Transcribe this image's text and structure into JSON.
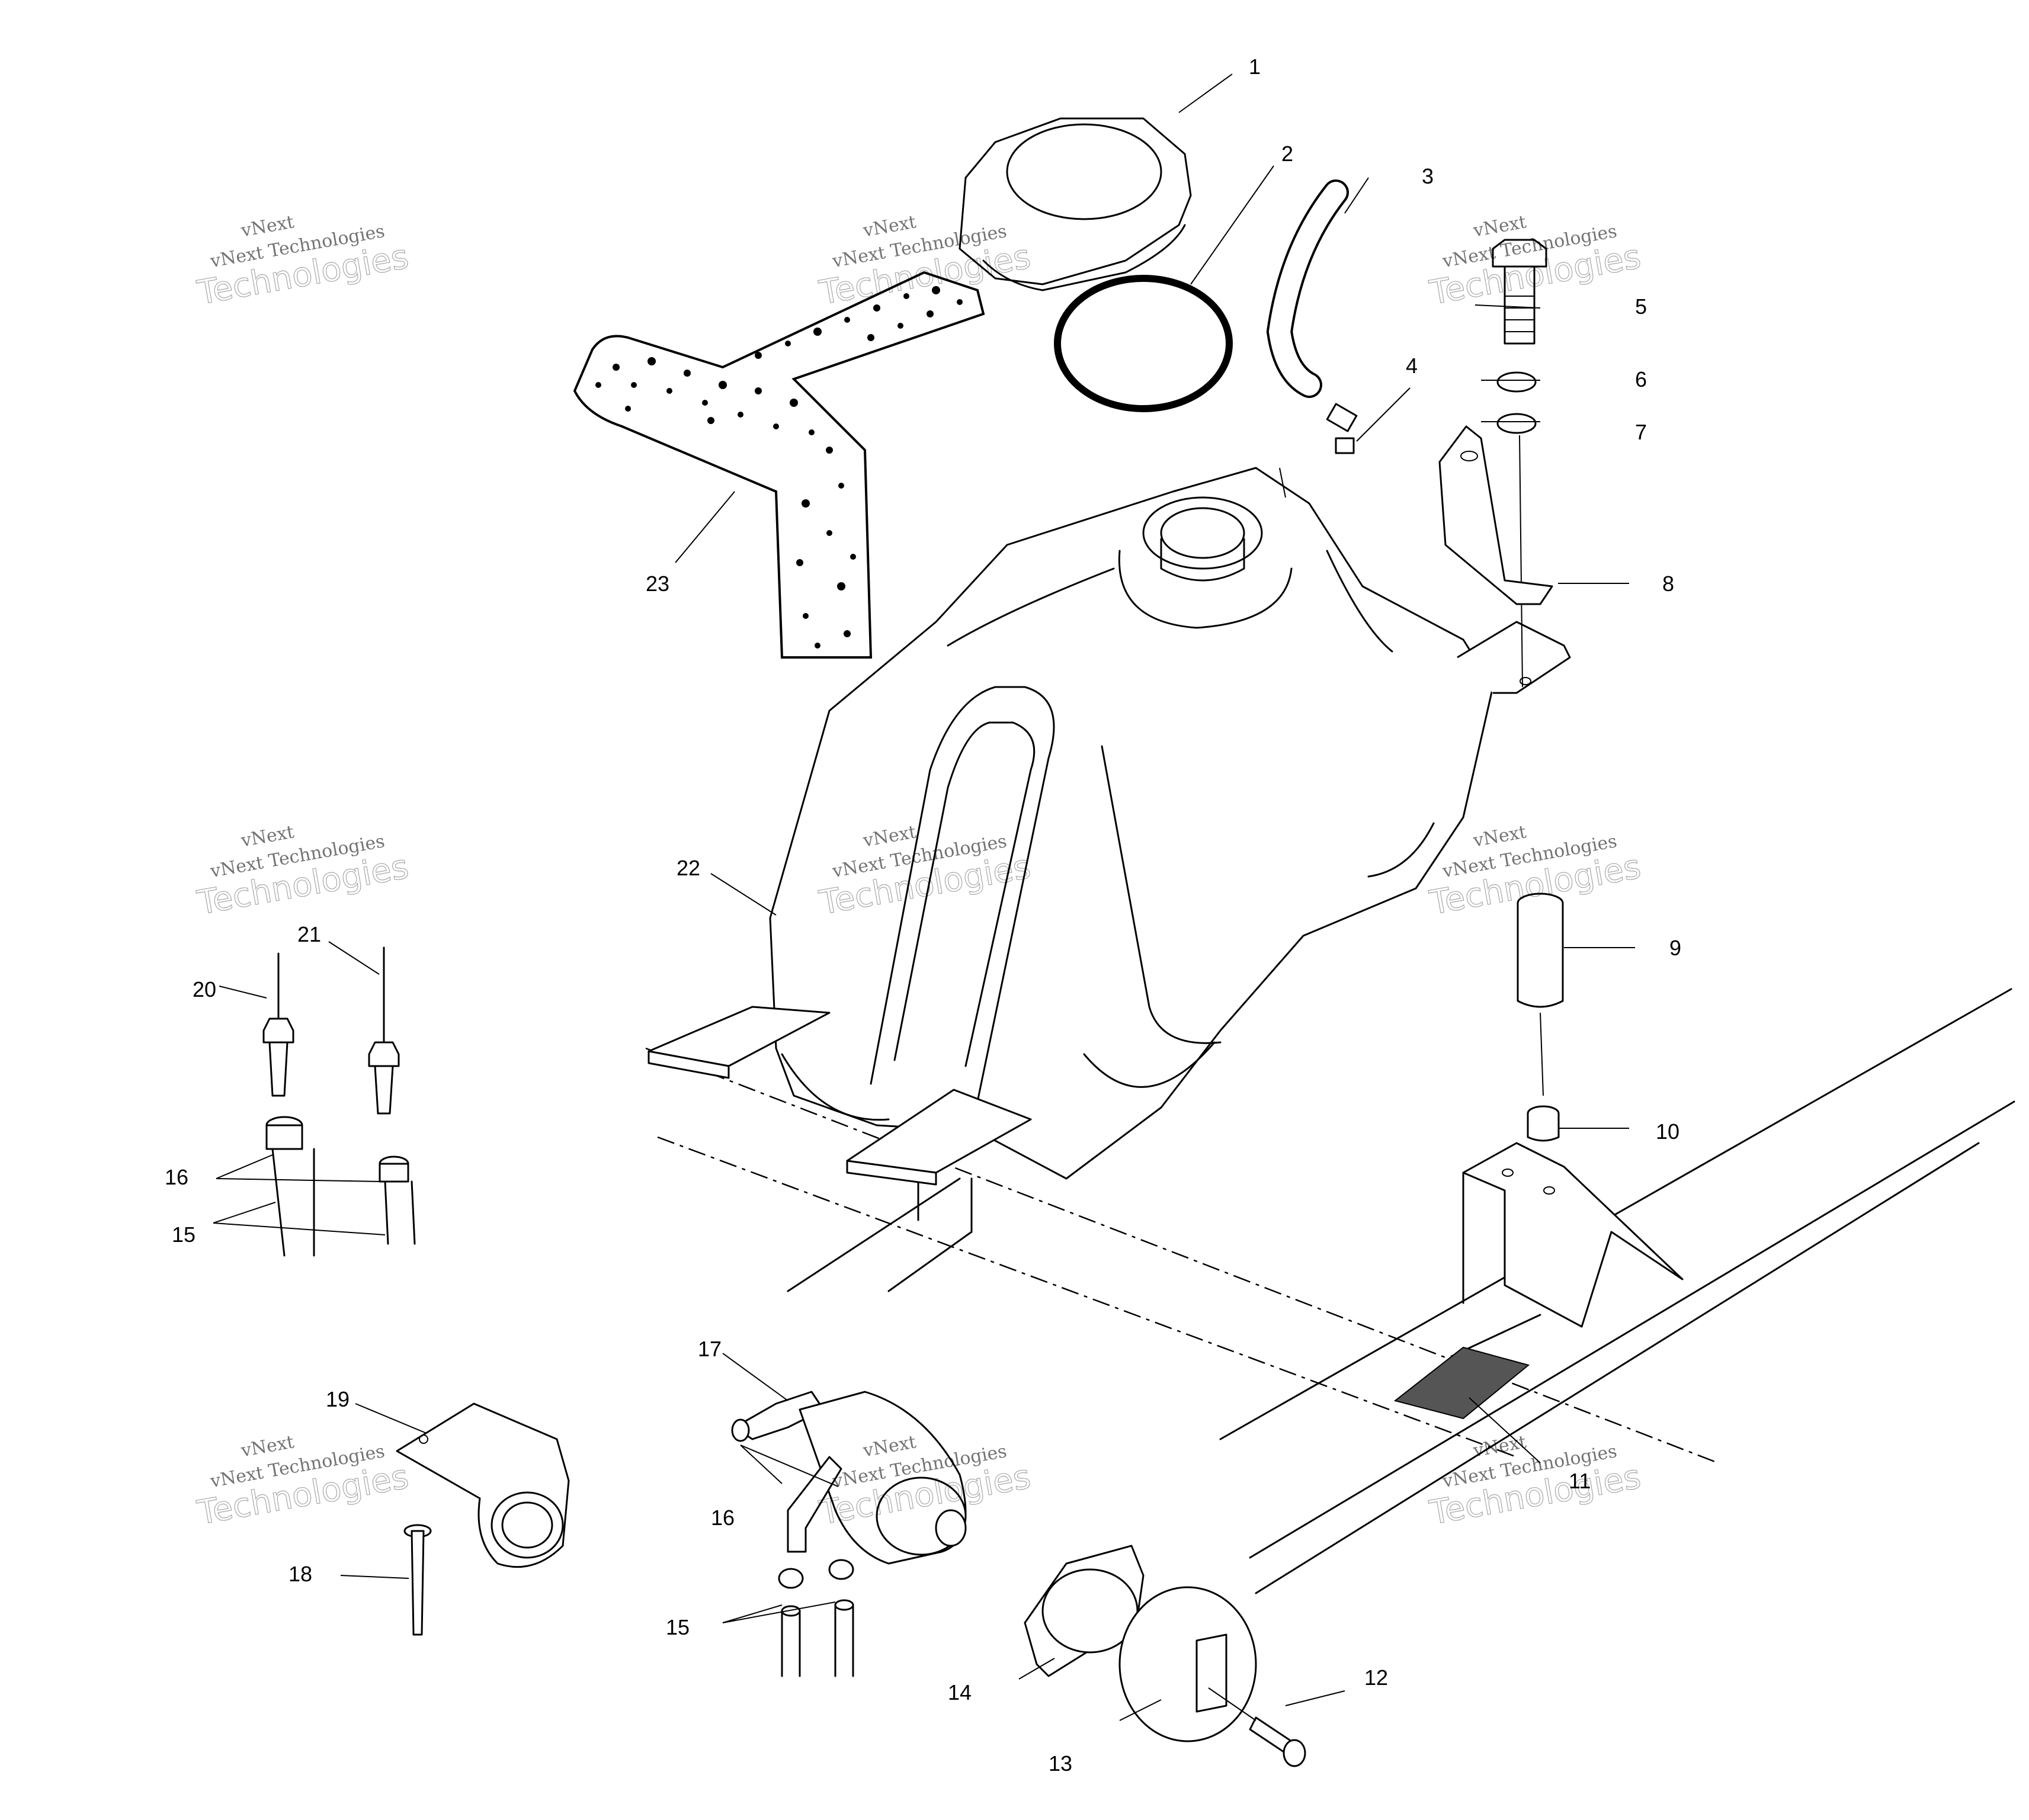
{
  "diagram": {
    "callouts": [
      "1",
      "2",
      "3",
      "4",
      "5",
      "6",
      "7",
      "8",
      "9",
      "10",
      "11",
      "12",
      "13",
      "14",
      "15",
      "16",
      "17",
      "18",
      "19",
      "20",
      "21",
      "22",
      "23",
      "15",
      "16"
    ],
    "watermark": {
      "line1": "vNext",
      "line2": "vNext Technologies",
      "line3": "Technologies"
    }
  },
  "colors": {
    "ink": "#000000",
    "paper": "#ffffff"
  }
}
